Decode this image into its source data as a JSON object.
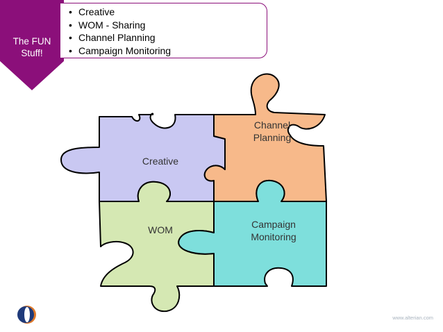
{
  "section_tag": {
    "label_line1": "The FUN",
    "label_line2": "Stuff!",
    "color": "#8b0f7a"
  },
  "bullets": {
    "items": [
      "Creative",
      "WOM - Sharing",
      "Channel Planning",
      "Campaign Monitoring"
    ]
  },
  "puzzle": {
    "creative": {
      "label": "Creative",
      "color": "#c9c8f2"
    },
    "channel_planning": {
      "line1": "Channel",
      "line2": "Planning",
      "color": "#f7b98a"
    },
    "wom": {
      "label": "WOM",
      "color": "#d5e8b3"
    },
    "campaign_monitoring": {
      "line1": "Campaign",
      "line2": "Monitoring",
      "color": "#7edfdc"
    }
  },
  "footer": {
    "url": "www.alterian.com"
  }
}
